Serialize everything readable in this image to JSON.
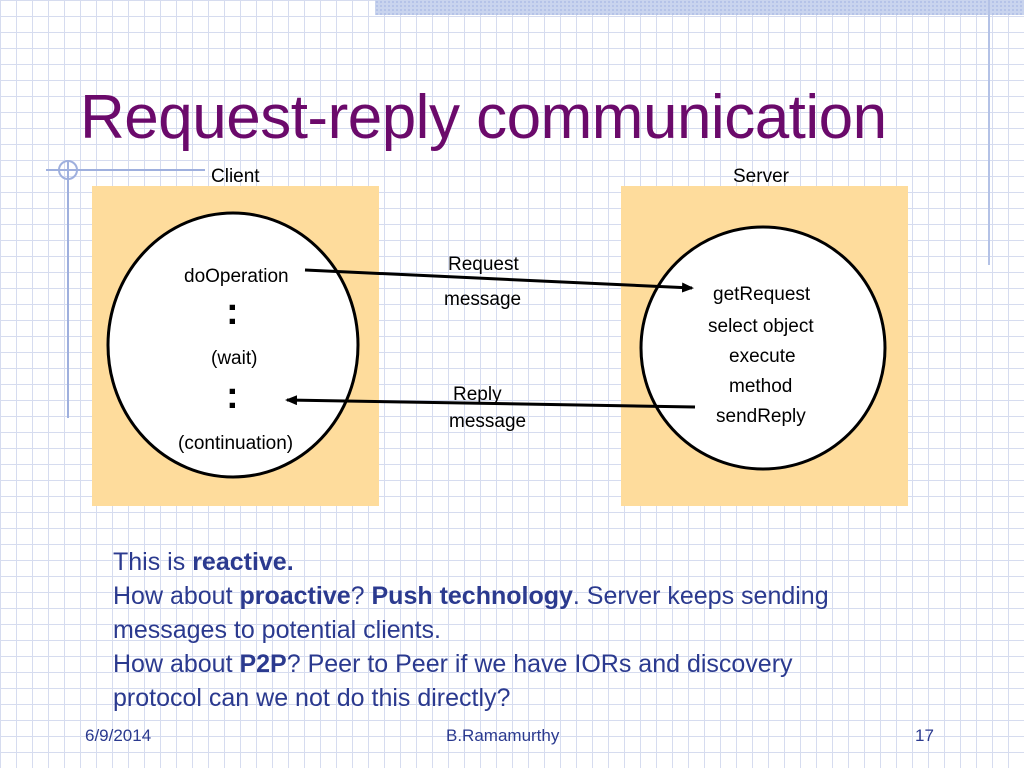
{
  "slide": {
    "title": "Request-reply communication"
  },
  "diagram": {
    "client_label": "Client",
    "server_label": "Server",
    "client_items": {
      "operation": "doOperation",
      "colon": ":",
      "wait": "(wait)",
      "continuation": "(continuation)"
    },
    "server_items": {
      "line1": "getRequest",
      "line2": "select object",
      "line3": "execute",
      "line4": "method",
      "line5": "sendReply"
    },
    "request_arrow": {
      "line1": "Request",
      "line2": "message"
    },
    "reply_arrow": {
      "line1": "Reply",
      "line2": "message"
    }
  },
  "body": {
    "p1_prefix": "This is ",
    "p1_bold": "reactive.",
    "p2_prefix": "How about ",
    "p2_bold1": "proactive",
    "p2_mid": "? ",
    "p2_bold2": "Push technology",
    "p2_suffix": ". Server keeps sending",
    "p3": "messages to potential clients.",
    "p4_prefix": "How about ",
    "p4_bold": "P2P",
    "p4_suffix": "? Peer to Peer if we have IORs and discovery",
    "p5": "protocol can we not do this directly?"
  },
  "footer": {
    "date": "6/9/2014",
    "author": "B.Ramamurthy",
    "page_number": "17"
  },
  "colors": {
    "title": "#6b0a6b",
    "body_text": "#2b3a8f",
    "box_fill": "#fedc9c",
    "grid": "#d6dcef"
  }
}
